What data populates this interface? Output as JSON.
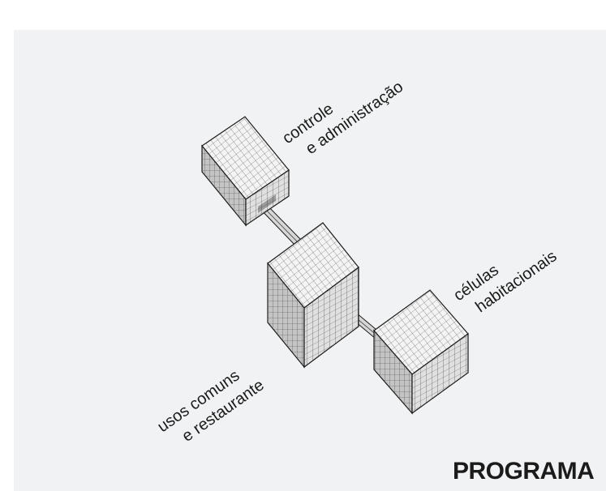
{
  "colors": {
    "background": "#f1f2f3",
    "outline": "#1b1b1b",
    "face_light": "#f4f4f4",
    "face_mid": "#dcdcdc",
    "face_dark": "#bdbdbd"
  },
  "labels": {
    "control_line1": "controle",
    "control_line2": "e administração",
    "cells_line1": "células",
    "cells_line2": "habitacionais",
    "common_line1": "usos comuns",
    "common_line2": "e restaurante"
  },
  "heading": "PROGRAMA"
}
